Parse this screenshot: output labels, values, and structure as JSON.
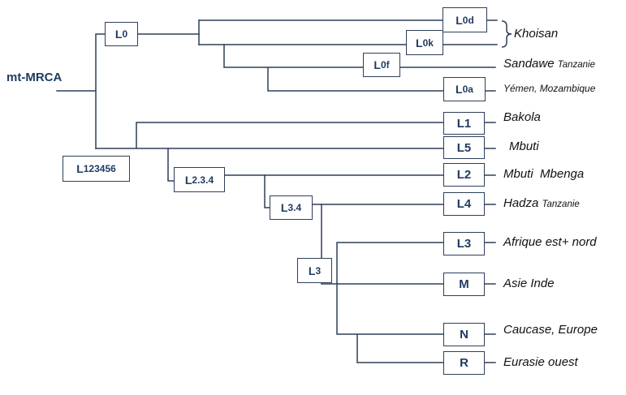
{
  "root_label": "mt-MRCA",
  "colors": {
    "line": "#2e3f58",
    "label": "#1f3a5f",
    "text": "#111111"
  },
  "nodes": {
    "L0": {
      "main": "L",
      "sub": "0"
    },
    "L0d": {
      "main": "L",
      "sub": "0d"
    },
    "L0k": {
      "main": "L",
      "sub": "0k"
    },
    "L0f": {
      "main": "L",
      "sub": "0f"
    },
    "L0a": {
      "main": "L",
      "sub": "0a"
    },
    "L123456": {
      "main": "L",
      "sub": "123456"
    },
    "L1": {
      "main": "L1",
      "sub": ""
    },
    "L5": {
      "main": "L5",
      "sub": ""
    },
    "L234": {
      "main": "L",
      "sub": "2.3.4"
    },
    "L2": {
      "main": "L2",
      "sub": ""
    },
    "L34": {
      "main": "L",
      "sub": "3.4"
    },
    "L4": {
      "main": "L4",
      "sub": ""
    },
    "L3mid": {
      "main": "L",
      "sub": "3"
    },
    "L3": {
      "main": "L3",
      "sub": ""
    },
    "M": {
      "main": "M",
      "sub": ""
    },
    "N": {
      "main": "N",
      "sub": ""
    },
    "R": {
      "main": "R",
      "sub": ""
    }
  },
  "populations": {
    "khoisan": {
      "text": "Khoisan",
      "sub": ""
    },
    "sandawe": {
      "text": "Sandawe",
      "sub": "Tanzanie"
    },
    "yemen": {
      "text": "Yémen, Mozambique",
      "sub": ""
    },
    "bakola": {
      "text": "Bakola",
      "sub": ""
    },
    "mbuti": {
      "text": "Mbuti",
      "sub": ""
    },
    "mbenga": {
      "text": "Mbuti  Mbenga",
      "sub": ""
    },
    "hadza": {
      "text": "Hadza",
      "sub": "Tanzanie"
    },
    "afrique": {
      "text": "Afrique est+ nord",
      "sub": ""
    },
    "asie": {
      "text": "Asie Inde",
      "sub": ""
    },
    "caucase": {
      "text": "Caucase, Europe",
      "sub": ""
    },
    "eurasie": {
      "text": "Eurasie ouest",
      "sub": ""
    }
  }
}
